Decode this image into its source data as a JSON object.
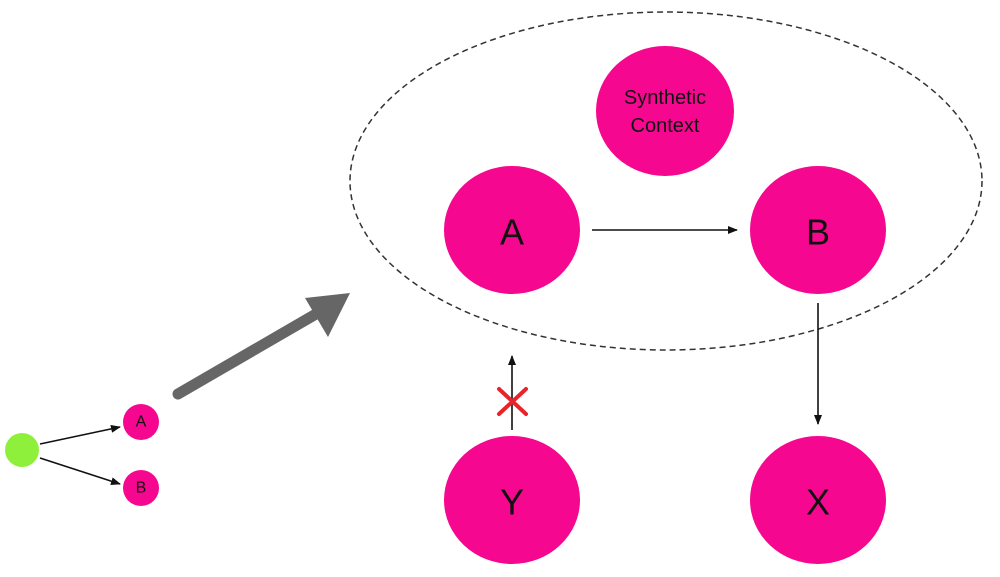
{
  "colors": {
    "node_fill": "#f5078f",
    "source_fill": "#8ff03c",
    "edge": "#111111",
    "big_arrow": "#666666",
    "cross": "#e8232a",
    "context_outline": "#333333"
  },
  "nodes": {
    "source": {
      "label": ""
    },
    "small_a": {
      "label": "A"
    },
    "small_b": {
      "label": "B"
    },
    "synthetic_context": {
      "line1": "Synthetic",
      "line2": "Context"
    },
    "a": {
      "label": "A"
    },
    "b": {
      "label": "B"
    },
    "y": {
      "label": "Y"
    },
    "x": {
      "label": "X"
    }
  },
  "edges": [
    {
      "from": "source",
      "to": "small_a"
    },
    {
      "from": "source",
      "to": "small_b"
    },
    {
      "from": "a",
      "to": "b"
    },
    {
      "from": "b",
      "to": "x"
    },
    {
      "from": "y",
      "to": "a",
      "blocked": true
    }
  ],
  "icons": {
    "zoom_arrow": "large-gray-arrow-icon",
    "blocked_mark": "red-x-icon"
  }
}
